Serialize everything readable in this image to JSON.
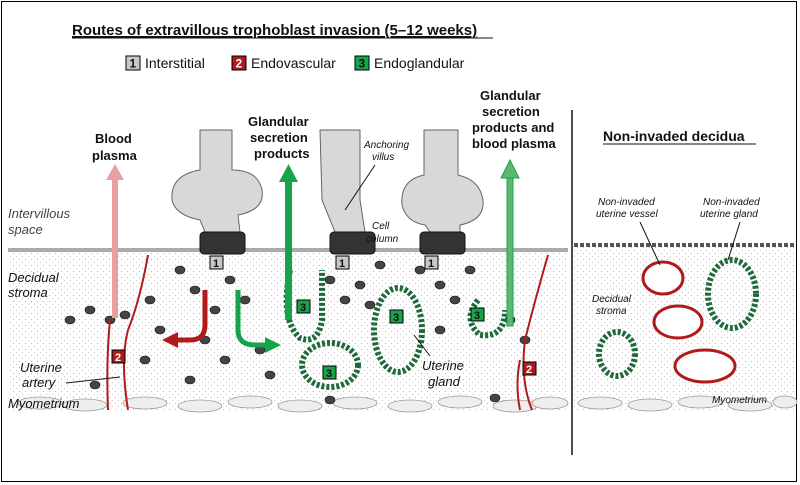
{
  "title": "Routes of extravillous trophoblast invasion (5–12 weeks)",
  "legend": [
    {
      "num": "1",
      "label": "Interstitial",
      "color": "#c8c8c8",
      "numColor": "#000000"
    },
    {
      "num": "2",
      "label": "Endovascular",
      "color": "#b01a1a",
      "numColor": "#ffffff"
    },
    {
      "num": "3",
      "label": "Endoglandular",
      "color": "#17a34a",
      "numColor": "#000000"
    }
  ],
  "labels": {
    "blood_plasma_1": "Blood",
    "blood_plasma_2": "plasma",
    "glandular_1": "Glandular",
    "glandular_2": "secretion",
    "glandular_3": "products",
    "gland_blood_1": "Glandular",
    "gland_blood_2": "secretion",
    "gland_blood_3": "products and",
    "gland_blood_4": "blood plasma",
    "anchoring_1": "Anchoring",
    "anchoring_2": "villus",
    "cell_column_1": "Cell",
    "cell_column_2": "column",
    "intervillous_1": "Intervillous",
    "intervillous_2": "space",
    "decidual_1": "Decidual",
    "decidual_2": "stroma",
    "uterine_artery_1": "Uterine",
    "uterine_artery_2": "artery",
    "myometrium": "Myometrium",
    "uterine_gland_1": "Uterine",
    "uterine_gland_2": "gland",
    "noninvaded_title": "Non-invaded decidua",
    "ni_vessel_1": "Non-invaded",
    "ni_vessel_2": "uterine vessel",
    "ni_gland_1": "Non-invaded",
    "ni_gland_2": "uterine gland",
    "ni_decidual_1": "Decidual",
    "ni_decidual_2": "stroma",
    "ni_myometrium": "Myometrium"
  },
  "markers": {
    "m1": "1",
    "m2": "2",
    "m3": "3"
  },
  "colors": {
    "red": "#b01a1a",
    "green": "#17a34a",
    "pink": "#e8a0a0",
    "grey": "#c8c8c8"
  }
}
